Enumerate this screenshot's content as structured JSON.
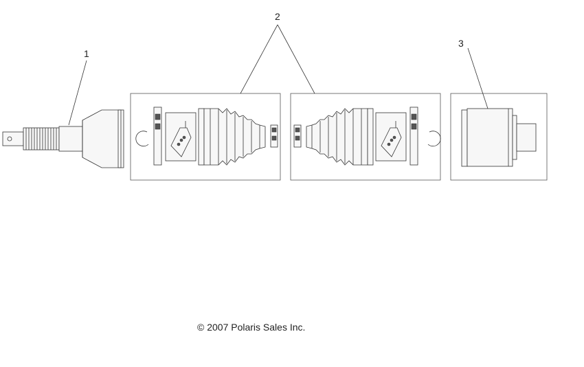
{
  "callouts": [
    {
      "id": "1",
      "label": "1"
    },
    {
      "id": "2",
      "label": "2"
    },
    {
      "id": "3",
      "label": "3"
    }
  ],
  "copyright": "© 2007 Polaris Sales Inc.",
  "icons": [
    "axle-shaft-icon",
    "boot-kit-icon",
    "inner-cv-joint-icon"
  ]
}
